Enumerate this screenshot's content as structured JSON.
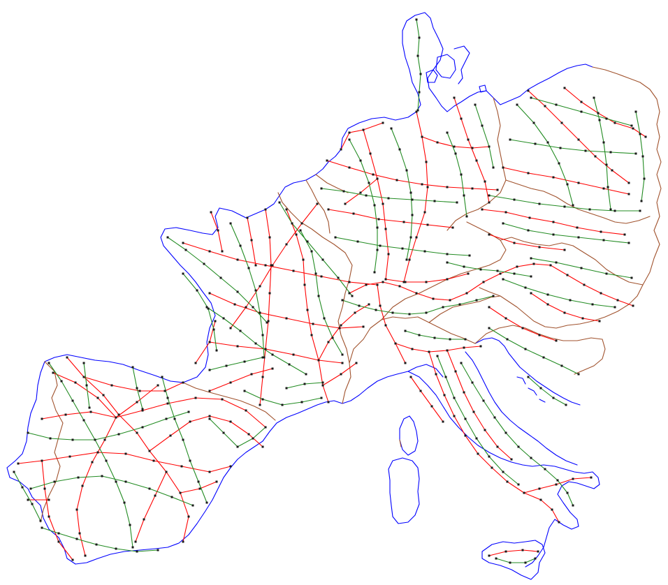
{
  "map": {
    "colors": {
      "background": "#ffffff",
      "coastline": "#0000ff",
      "border": "#a0522d",
      "line_red": "#ff0000",
      "line_green": "#228b22",
      "node": "#1a1a1a"
    },
    "layers": [
      "coastline",
      "national-borders",
      "red-transmission-lines",
      "green-transmission-lines",
      "substation-nodes"
    ]
  }
}
